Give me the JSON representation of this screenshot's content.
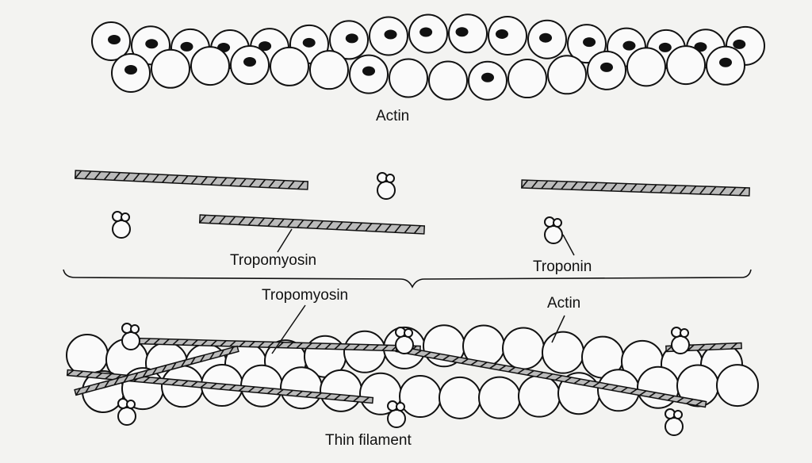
{
  "labels": {
    "actin_top": "Actin",
    "tropomyosin_middle": "Tropomyosin",
    "troponin_middle": "Troponin",
    "tropomyosin_bottom": "Tropomyosin",
    "actin_bottom": "Actin",
    "thin_filament": "Thin filament"
  },
  "colors": {
    "ink": "#111111",
    "paper": "#f3f3f1",
    "bead": "#fafafa"
  }
}
